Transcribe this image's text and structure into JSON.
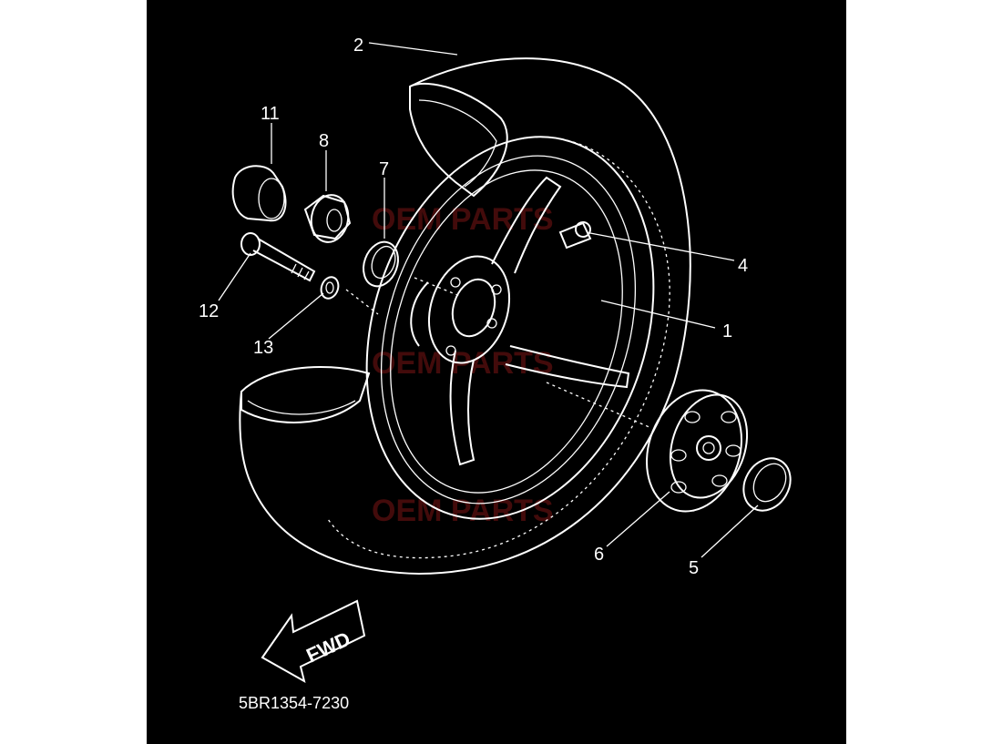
{
  "diagram": {
    "part_number": "5BR1354-7230",
    "arrow_label": "FWD",
    "watermark": "OEM PARTS",
    "callouts": [
      {
        "id": "1",
        "label": "1"
      },
      {
        "id": "2",
        "label": "2"
      },
      {
        "id": "4",
        "label": "4"
      },
      {
        "id": "5",
        "label": "5"
      },
      {
        "id": "6",
        "label": "6"
      },
      {
        "id": "7",
        "label": "7"
      },
      {
        "id": "8",
        "label": "8"
      },
      {
        "id": "11",
        "label": "11"
      },
      {
        "id": "12",
        "label": "12"
      },
      {
        "id": "13",
        "label": "13"
      }
    ],
    "colors": {
      "background": "#000000",
      "line": "#ffffff",
      "watermark": "#7a1515"
    }
  }
}
